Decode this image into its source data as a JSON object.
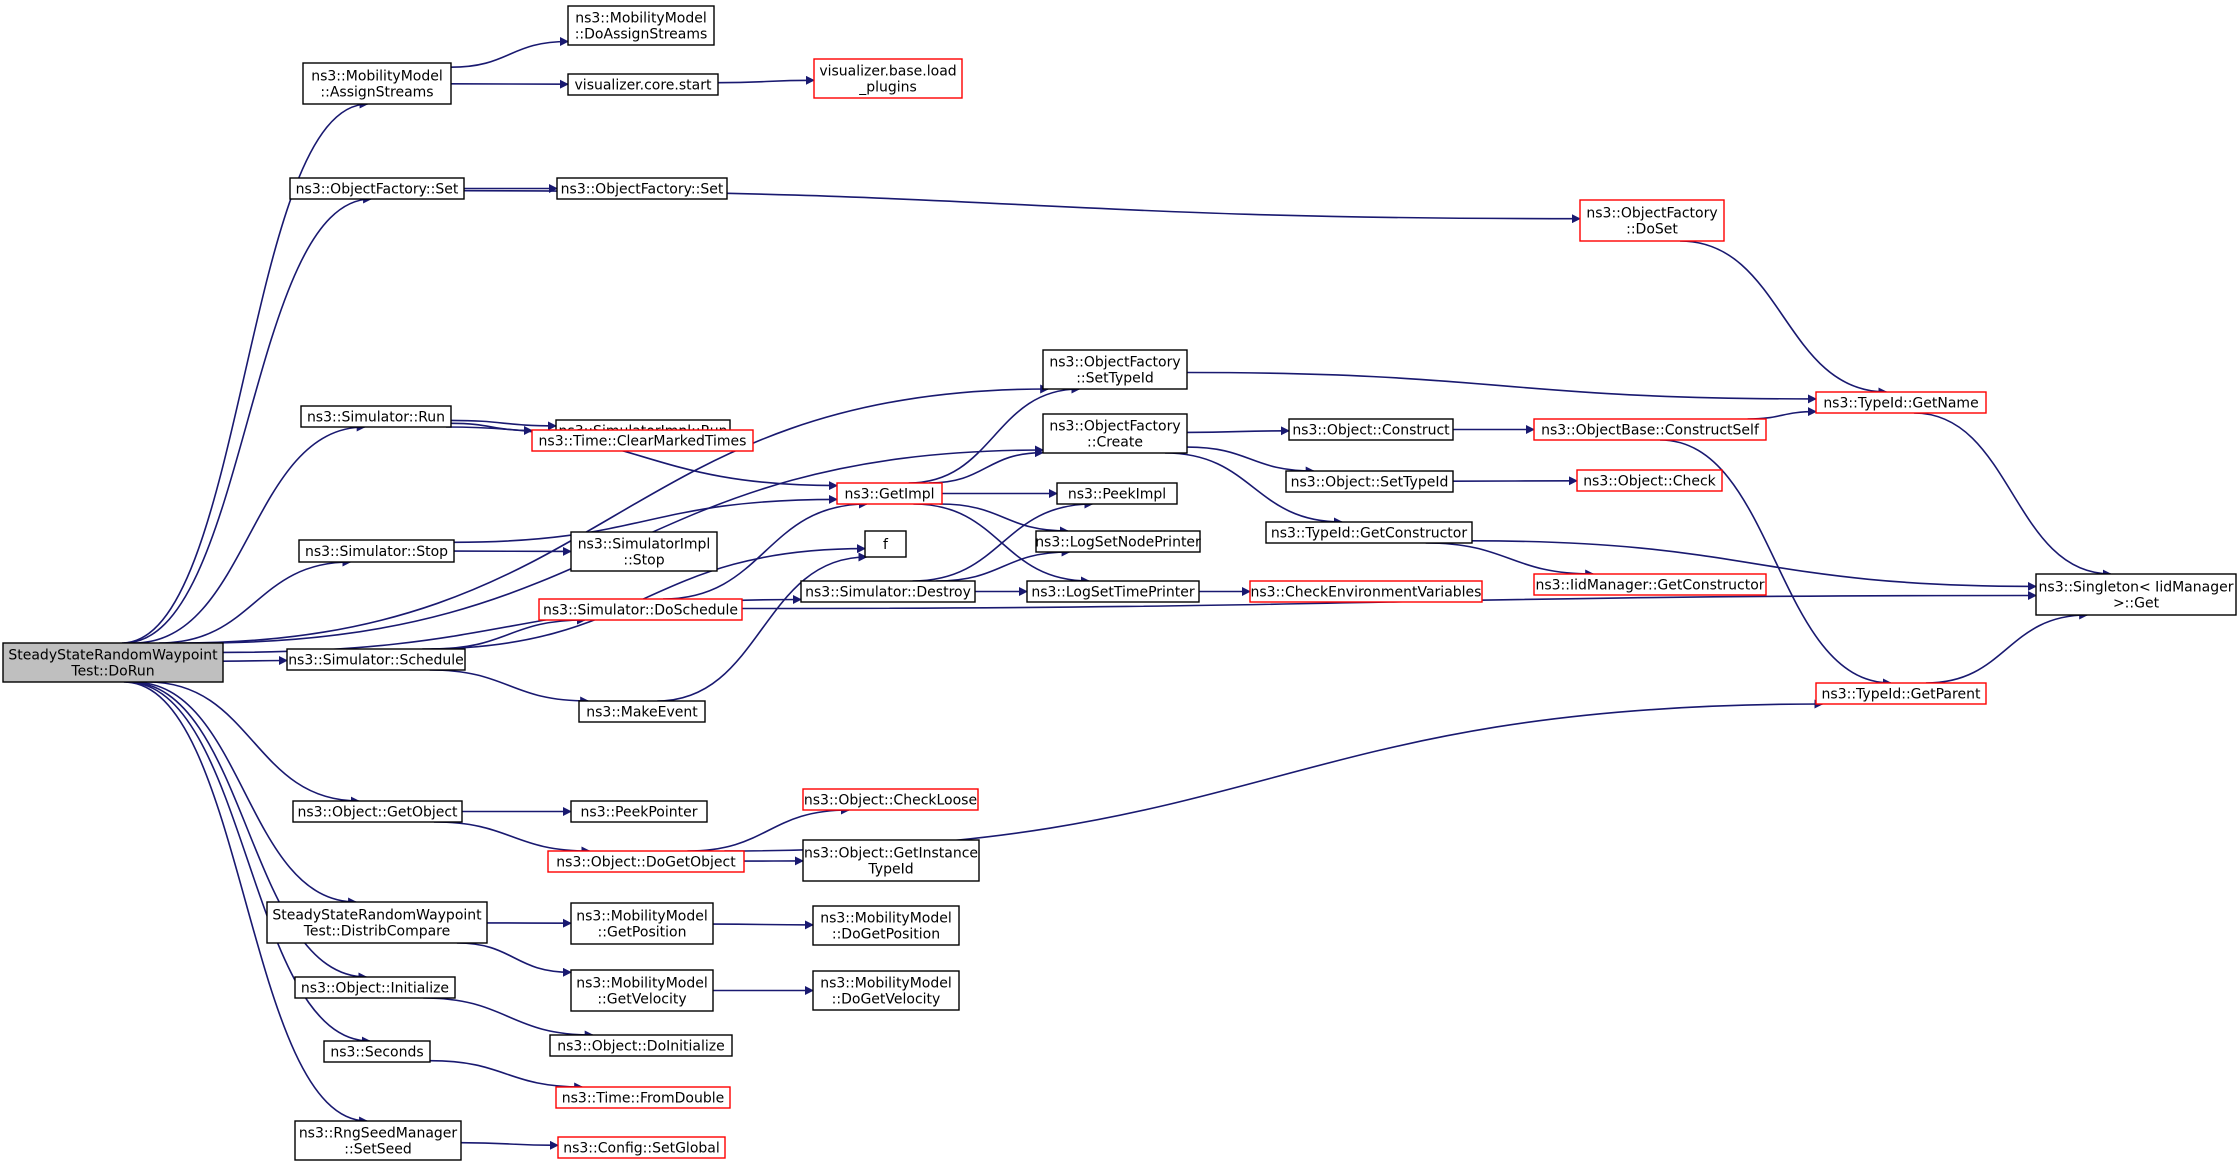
{
  "colors": {
    "edge": "#191970",
    "node_border_normal": "#000000",
    "node_border_truncated": "#ff0000",
    "node_fill": "#ffffff",
    "root_fill": "#bfbfbf",
    "text": "#000000"
  },
  "nodes": [
    {
      "id": "root",
      "lines": [
        "SteadyStateRandomWaypoint",
        "Test::DoRun"
      ],
      "style": "root"
    },
    {
      "id": "mm_assign",
      "lines": [
        "ns3::MobilityModel",
        "::AssignStreams"
      ],
      "style": "normal"
    },
    {
      "id": "mm_doassign",
      "lines": [
        "ns3::MobilityModel",
        "::DoAssignStreams"
      ],
      "style": "normal"
    },
    {
      "id": "viz_start",
      "lines": [
        "visualizer.core.start"
      ],
      "style": "normal"
    },
    {
      "id": "viz_load",
      "lines": [
        "visualizer.base.load",
        "_plugins"
      ],
      "style": "truncated"
    },
    {
      "id": "of_set1",
      "lines": [
        "ns3::ObjectFactory::Set"
      ],
      "style": "normal"
    },
    {
      "id": "of_set2",
      "lines": [
        "ns3::ObjectFactory::Set"
      ],
      "style": "normal"
    },
    {
      "id": "of_doset",
      "lines": [
        "ns3::ObjectFactory",
        "::DoSet"
      ],
      "style": "truncated"
    },
    {
      "id": "of_settypeid",
      "lines": [
        "ns3::ObjectFactory",
        "::SetTypeId"
      ],
      "style": "normal"
    },
    {
      "id": "of_create",
      "lines": [
        "ns3::ObjectFactory",
        "::Create"
      ],
      "style": "normal"
    },
    {
      "id": "sim_run",
      "lines": [
        "ns3::Simulator::Run"
      ],
      "style": "normal"
    },
    {
      "id": "simimpl_run",
      "lines": [
        "ns3::SimulatorImpl::Run"
      ],
      "style": "normal"
    },
    {
      "id": "time_clear",
      "lines": [
        "ns3::Time::ClearMarkedTimes"
      ],
      "style": "truncated"
    },
    {
      "id": "getimpl",
      "lines": [
        "ns3::GetImpl"
      ],
      "style": "truncated"
    },
    {
      "id": "sim_stop",
      "lines": [
        "ns3::Simulator::Stop"
      ],
      "style": "normal"
    },
    {
      "id": "simimpl_stop",
      "lines": [
        "ns3::SimulatorImpl",
        "::Stop"
      ],
      "style": "normal"
    },
    {
      "id": "f",
      "lines": [
        "f"
      ],
      "style": "normal"
    },
    {
      "id": "sim_doschedule",
      "lines": [
        "ns3::Simulator::DoSchedule"
      ],
      "style": "truncated"
    },
    {
      "id": "sim_destroy",
      "lines": [
        "ns3::Simulator::Destroy"
      ],
      "style": "normal"
    },
    {
      "id": "peekimpl",
      "lines": [
        "ns3::PeekImpl"
      ],
      "style": "normal"
    },
    {
      "id": "lognode",
      "lines": [
        "ns3::LogSetNodePrinter"
      ],
      "style": "normal"
    },
    {
      "id": "logtime",
      "lines": [
        "ns3::LogSetTimePrinter"
      ],
      "style": "normal"
    },
    {
      "id": "checkenv",
      "lines": [
        "ns3::CheckEnvironmentVariables"
      ],
      "style": "truncated"
    },
    {
      "id": "sim_schedule",
      "lines": [
        "ns3::Simulator::Schedule"
      ],
      "style": "normal"
    },
    {
      "id": "makeevent",
      "lines": [
        "ns3::MakeEvent"
      ],
      "style": "normal"
    },
    {
      "id": "obj_construct",
      "lines": [
        "ns3::Object::Construct"
      ],
      "style": "normal"
    },
    {
      "id": "objbase_construct",
      "lines": [
        "ns3::ObjectBase::ConstructSelf"
      ],
      "style": "truncated"
    },
    {
      "id": "typeid_getname",
      "lines": [
        "ns3::TypeId::GetName"
      ],
      "style": "truncated"
    },
    {
      "id": "obj_settypeid",
      "lines": [
        "ns3::Object::SetTypeId"
      ],
      "style": "normal"
    },
    {
      "id": "obj_check",
      "lines": [
        "ns3::Object::Check"
      ],
      "style": "truncated"
    },
    {
      "id": "typeid_getctor",
      "lines": [
        "ns3::TypeId::GetConstructor"
      ],
      "style": "normal"
    },
    {
      "id": "iid_getctor",
      "lines": [
        "ns3::IidManager::GetConstructor"
      ],
      "style": "truncated"
    },
    {
      "id": "singleton_get",
      "lines": [
        "ns3::Singleton< IidManager",
        ">::Get"
      ],
      "style": "normal"
    },
    {
      "id": "typeid_getparent",
      "lines": [
        "ns3::TypeId::GetParent"
      ],
      "style": "truncated"
    },
    {
      "id": "obj_getobject",
      "lines": [
        "ns3::Object::GetObject"
      ],
      "style": "normal"
    },
    {
      "id": "peekpointer",
      "lines": [
        "ns3::PeekPointer"
      ],
      "style": "normal"
    },
    {
      "id": "obj_dogetobject",
      "lines": [
        "ns3::Object::DoGetObject"
      ],
      "style": "truncated"
    },
    {
      "id": "obj_checkloose",
      "lines": [
        "ns3::Object::CheckLoose"
      ],
      "style": "truncated"
    },
    {
      "id": "obj_getinstance",
      "lines": [
        "ns3::Object::GetInstance",
        "TypeId"
      ],
      "style": "normal"
    },
    {
      "id": "distrib",
      "lines": [
        "SteadyStateRandomWaypoint",
        "Test::DistribCompare"
      ],
      "style": "normal"
    },
    {
      "id": "mm_getpos",
      "lines": [
        "ns3::MobilityModel",
        "::GetPosition"
      ],
      "style": "normal"
    },
    {
      "id": "mm_dogetpos",
      "lines": [
        "ns3::MobilityModel",
        "::DoGetPosition"
      ],
      "style": "normal"
    },
    {
      "id": "mm_getvel",
      "lines": [
        "ns3::MobilityModel",
        "::GetVelocity"
      ],
      "style": "normal"
    },
    {
      "id": "mm_dogetvel",
      "lines": [
        "ns3::MobilityModel",
        "::DoGetVelocity"
      ],
      "style": "normal"
    },
    {
      "id": "obj_init",
      "lines": [
        "ns3::Object::Initialize"
      ],
      "style": "normal"
    },
    {
      "id": "obj_doinit",
      "lines": [
        "ns3::Object::DoInitialize"
      ],
      "style": "normal"
    },
    {
      "id": "seconds",
      "lines": [
        "ns3::Seconds"
      ],
      "style": "normal"
    },
    {
      "id": "time_fromdouble",
      "lines": [
        "ns3::Time::FromDouble"
      ],
      "style": "truncated"
    },
    {
      "id": "rng_setseed",
      "lines": [
        "ns3::RngSeedManager",
        "::SetSeed"
      ],
      "style": "normal"
    },
    {
      "id": "config_setglobal",
      "lines": [
        "ns3::Config::SetGlobal"
      ],
      "style": "truncated"
    }
  ],
  "edges": [
    [
      "root",
      "mm_assign"
    ],
    [
      "mm_assign",
      "mm_doassign"
    ],
    [
      "mm_assign",
      "viz_start"
    ],
    [
      "viz_start",
      "viz_load"
    ],
    [
      "root",
      "of_set1"
    ],
    [
      "of_set1",
      "of_set2"
    ],
    [
      "of_set1",
      "of_doset"
    ],
    [
      "of_doset",
      "typeid_getname"
    ],
    [
      "root",
      "of_settypeid"
    ],
    [
      "root",
      "of_create"
    ],
    [
      "of_settypeid",
      "typeid_getname"
    ],
    [
      "of_create",
      "obj_construct"
    ],
    [
      "of_create",
      "obj_settypeid"
    ],
    [
      "of_create",
      "typeid_getctor"
    ],
    [
      "obj_construct",
      "objbase_construct"
    ],
    [
      "objbase_construct",
      "typeid_getname"
    ],
    [
      "objbase_construct",
      "typeid_getparent"
    ],
    [
      "obj_settypeid",
      "obj_check"
    ],
    [
      "typeid_getctor",
      "iid_getctor"
    ],
    [
      "typeid_getctor",
      "singleton_get"
    ],
    [
      "typeid_getname",
      "singleton_get"
    ],
    [
      "typeid_getparent",
      "singleton_get"
    ],
    [
      "root",
      "sim_run"
    ],
    [
      "sim_run",
      "simimpl_run"
    ],
    [
      "sim_run",
      "time_clear"
    ],
    [
      "sim_run",
      "getimpl"
    ],
    [
      "getimpl",
      "of_settypeid"
    ],
    [
      "getimpl",
      "of_create"
    ],
    [
      "getimpl",
      "peekimpl"
    ],
    [
      "getimpl",
      "lognode"
    ],
    [
      "getimpl",
      "logtime"
    ],
    [
      "root",
      "sim_stop"
    ],
    [
      "sim_stop",
      "getimpl"
    ],
    [
      "sim_stop",
      "simimpl_stop"
    ],
    [
      "root",
      "sim_schedule"
    ],
    [
      "sim_schedule",
      "sim_doschedule"
    ],
    [
      "sim_schedule",
      "f"
    ],
    [
      "sim_schedule",
      "makeevent"
    ],
    [
      "sim_doschedule",
      "getimpl"
    ],
    [
      "sim_doschedule",
      "singleton_get"
    ],
    [
      "makeevent",
      "f"
    ],
    [
      "root",
      "sim_destroy"
    ],
    [
      "sim_destroy",
      "peekimpl"
    ],
    [
      "sim_destroy",
      "lognode"
    ],
    [
      "sim_destroy",
      "logtime"
    ],
    [
      "logtime",
      "checkenv"
    ],
    [
      "root",
      "obj_getobject"
    ],
    [
      "obj_getobject",
      "peekpointer"
    ],
    [
      "obj_getobject",
      "obj_dogetobject"
    ],
    [
      "obj_dogetobject",
      "obj_checkloose"
    ],
    [
      "obj_dogetobject",
      "obj_getinstance"
    ],
    [
      "obj_dogetobject",
      "typeid_getparent"
    ],
    [
      "root",
      "distrib"
    ],
    [
      "distrib",
      "mm_getpos"
    ],
    [
      "distrib",
      "mm_getvel"
    ],
    [
      "mm_getpos",
      "mm_dogetpos"
    ],
    [
      "mm_getvel",
      "mm_dogetvel"
    ],
    [
      "root",
      "obj_init"
    ],
    [
      "obj_init",
      "obj_doinit"
    ],
    [
      "root",
      "seconds"
    ],
    [
      "seconds",
      "time_fromdouble"
    ],
    [
      "root",
      "rng_setseed"
    ],
    [
      "rng_setseed",
      "config_setglobal"
    ]
  ]
}
